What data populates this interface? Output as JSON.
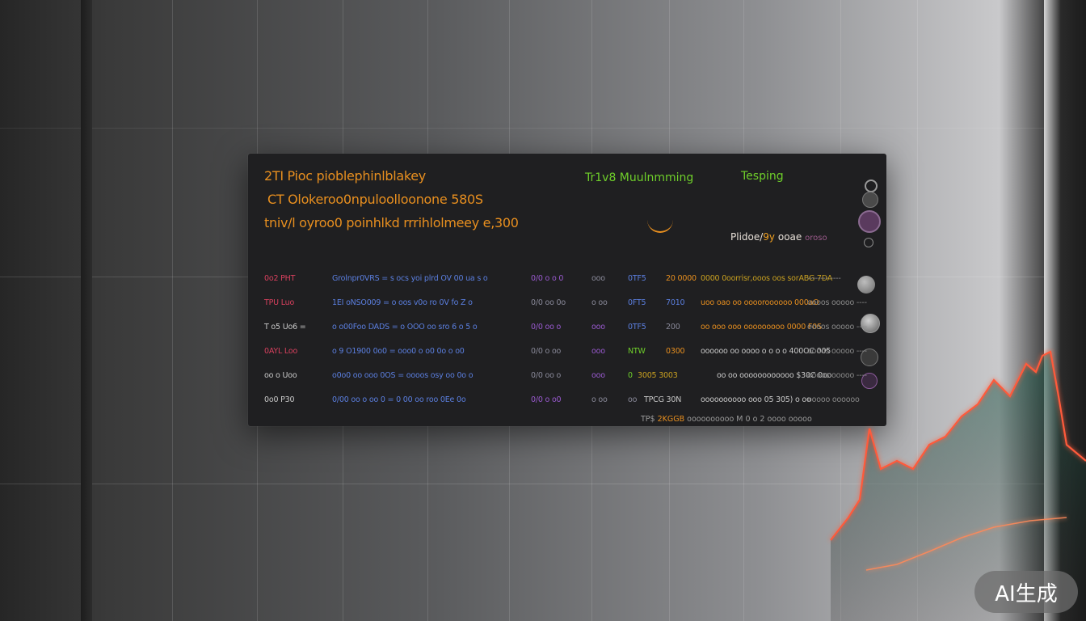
{
  "panel": {
    "header_lines": [
      "2TI Pioc pioblephinlblakey",
      "CT Olokeroo0npuloolloonone 580S",
      "tniv/l oyroo0 poinhlkd rrrihlolmeey e,300"
    ],
    "green_labels": [
      "Tr1v8 Muulnmming",
      "Tesping"
    ],
    "right_tag": {
      "prefix": "Plidoe/",
      "highlight": "9y",
      "suffix": "ooae",
      "muted": "oroso"
    },
    "rows": [
      {
        "c1": "0o2 PHT",
        "c2": "Grolnpr0VRS = s ocs yoi plrd OV 00 ua s o",
        "c3": "0/0 o o 0",
        "c4": "ooo",
        "c5a": "0TF5",
        "c5b": "20 0000",
        "c6": "0000 0oorrisr,ooos oos sorABG 7DA",
        "c7": "-------- ----"
      },
      {
        "c1": "TPU Luo",
        "c2": "1EI oNSO009 = o oos v0o ro 0V fo Z o",
        "c3": "0/0 oo 0o",
        "c4": "o oo",
        "c5a": "0FT5",
        "c5b": "7010",
        "c6": "uoo oao oo ooooroooooo 000aO",
        "c7": "oooos ooooo ----"
      },
      {
        "c1": "T o5 Uo6 =",
        "c2": "o o00Foo DADS = o OOO oo sro 6 o 5 o",
        "c3": "0/0 oo o",
        "c4": "ooo",
        "c5a": "0TF5",
        "c5b": "200",
        "c6": "oo ooo ooo ooooooooo 0000 F0S",
        "c7": "oooos ooooo ----"
      },
      {
        "c1": "0AYL Loo",
        "c2": "o 9 O1900 0o0 = ooo0 o o0 0o o o0",
        "c3": "0/0 o oo",
        "c4": "ooo",
        "c5a": "NTW",
        "c5b": "0300",
        "c6": "oooooo oo oooo o o o o 400OC 005",
        "c7": "oooos ooooo ----"
      },
      {
        "c1": "oo o Uoo",
        "c2": "o0o0 oo ooo 0OS = oooos osy oo 0o o",
        "c3": "0/0 oo o",
        "c4": "ooo",
        "c5a": "0",
        "c5b": "3005 3003",
        "c6": "oo oo oooooooooooo $30C 0oo",
        "c7": "oooos ooooo ----"
      },
      {
        "c1": "0o0 P30",
        "c2": "0/00 oo o oo 0 = 0 00 oo roo 0Ee 0o",
        "c3": "0/0 o o0",
        "c4": "o oo",
        "c5a": "oo",
        "c5b": "TPCG 30N",
        "c6": "oooooooooo ooo 05 305) o oo",
        "c7": "ooooo oooooo"
      }
    ],
    "footer": {
      "prefix": "TP$",
      "highlight": "2KGGB",
      "suffix": "oooooooooo M 0 o 2 oooo ooooo"
    }
  },
  "watermark": "AI生成",
  "colors": {
    "accent_orange": "#e88f1f",
    "accent_green": "#6fcf2a",
    "row_blue": "#5b7fe0",
    "row_red": "#d8405e",
    "row_purple": "#9a5ad0",
    "chart_line": "#ff5a3a"
  }
}
